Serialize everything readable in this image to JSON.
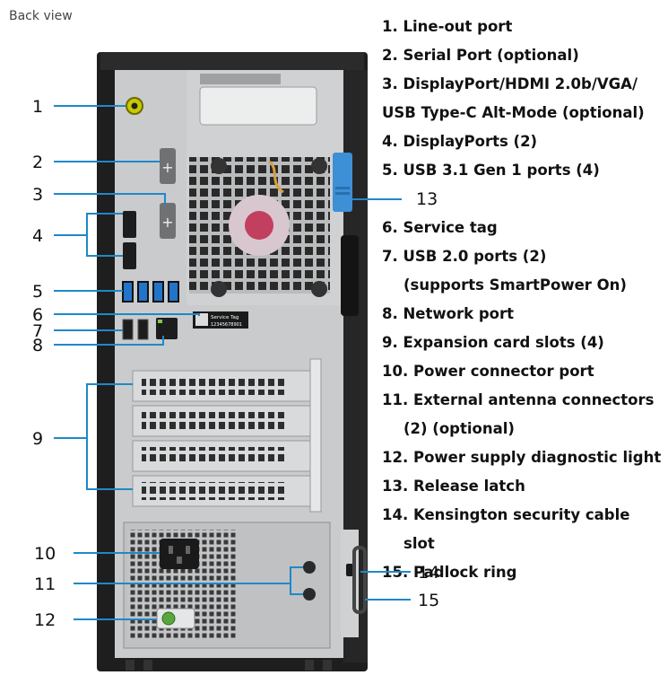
{
  "view_title": "Back view",
  "legend": [
    {
      "text": "1. Line-out port",
      "style": "normal"
    },
    {
      "text": "2. Serial Port (optional)",
      "style": "normal"
    },
    {
      "text": "3. DisplayPort/HDMI 2.0b/VGA/",
      "style": "normal"
    },
    {
      "text": "USB Type-C Alt-Mode (optional)",
      "style": "normal"
    },
    {
      "text": "4. DisplayPorts (2)",
      "style": "normal"
    },
    {
      "text": "5. USB 3.1 Gen 1 ports (4)",
      "style": "normal"
    },
    {
      "text": "13",
      "style": "latch-num"
    },
    {
      "text": "6. Service tag",
      "style": "normal"
    },
    {
      "text": "7. USB 2.0 ports (2)",
      "style": "normal"
    },
    {
      "text": "(supports SmartPower On)",
      "style": "indent"
    },
    {
      "text": "8. Network port",
      "style": "normal"
    },
    {
      "text": "9. Expansion card slots (4)",
      "style": "normal"
    },
    {
      "text": "10. Power connector port",
      "style": "normal"
    },
    {
      "text": "11. External antenna connectors",
      "style": "normal"
    },
    {
      "text": "(2) (optional)",
      "style": "indent"
    },
    {
      "text": "12. Power supply diagnostic light",
      "style": "normal"
    },
    {
      "text": "13. Release latch",
      "style": "normal"
    },
    {
      "text": "14. Kensington security cable",
      "style": "normal"
    },
    {
      "text": "slot",
      "style": "indent"
    },
    {
      "text": "15. Padlock ring",
      "style": "normal"
    }
  ],
  "callouts": {
    "n1": "1",
    "n2": "2",
    "n3": "3",
    "n4": "4",
    "n5": "5",
    "n6": "6",
    "n7": "7",
    "n8": "8",
    "n9": "9",
    "n10": "10",
    "n11": "11",
    "n12": "12",
    "n14": "14",
    "n15": "15"
  },
  "service_tag": {
    "label": "Service Tag",
    "code": "12345678901"
  },
  "colors": {
    "leader": "#1f88c9",
    "chassis": "#1e1e1e",
    "panel": "#c9cbcd",
    "latch": "#3d8fd6"
  }
}
